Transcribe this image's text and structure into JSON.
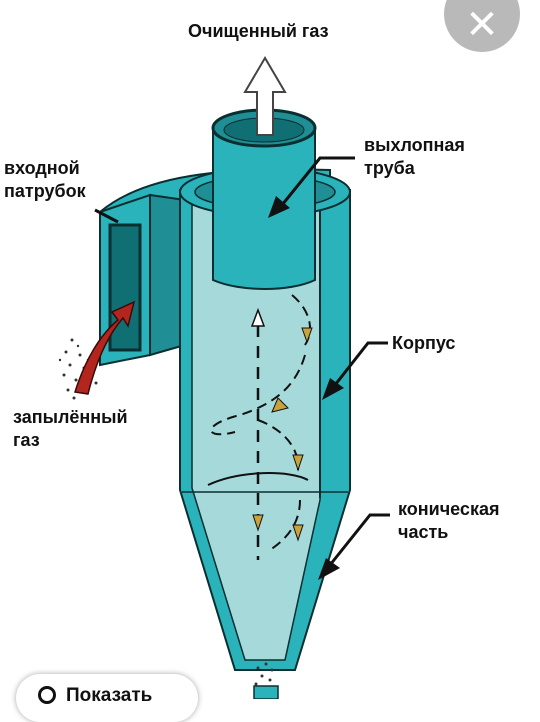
{
  "labels": {
    "clean_gas": "Очищенный газ",
    "exhaust_pipe_1": "выхлопная",
    "exhaust_pipe_2": "труба",
    "inlet_1": "входной",
    "inlet_2": "патрубок",
    "body": "Корпус",
    "dusty_gas_1": "запылённый",
    "dusty_gas_2": "газ",
    "conical_1": "коническая",
    "conical_2": "часть"
  },
  "ui": {
    "close_glyph": "✕",
    "bottom_chip_text": "Показать"
  },
  "colors": {
    "teal": "#2ab3bb",
    "teal_dark": "#0f6f73",
    "teal_inner": "#a6d9da",
    "outline": "#0a2f31",
    "arrow_red": "#b3261e",
    "close_bg": "#b9b9b9"
  }
}
